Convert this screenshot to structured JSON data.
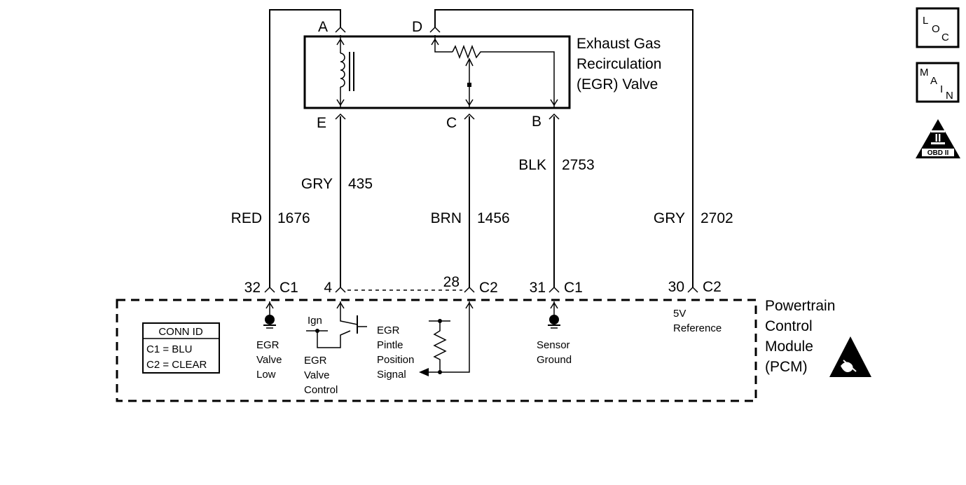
{
  "egr_valve": {
    "label_lines": [
      "Exhaust Gas",
      "Recirculation",
      "(EGR) Valve"
    ],
    "pins": {
      "a": "A",
      "d": "D",
      "e": "E",
      "c": "C",
      "b": "B"
    }
  },
  "wires": [
    {
      "color": "RED",
      "circuit": "1676"
    },
    {
      "color": "GRY",
      "circuit": "435"
    },
    {
      "color": "BRN",
      "circuit": "1456"
    },
    {
      "color": "BLK",
      "circuit": "2753"
    },
    {
      "color": "GRY",
      "circuit": "2702"
    }
  ],
  "pcm_pins": [
    {
      "pin": "32",
      "connector": "C1"
    },
    {
      "pin": "4",
      "connector": ""
    },
    {
      "pin": "28",
      "connector": "C2"
    },
    {
      "pin": "31",
      "connector": "C1"
    },
    {
      "pin": "30",
      "connector": "C2"
    }
  ],
  "pcm": {
    "label_lines": [
      "Powertrain",
      "Control",
      "Module",
      "(PCM)"
    ],
    "conn_id": {
      "title": "CONN ID",
      "c1": "C1 = BLU",
      "c2": "C2 = CLEAR"
    },
    "egr_valve_low": [
      "EGR",
      "Valve",
      "Low"
    ],
    "ign": "Ign",
    "egr_valve_control": [
      "EGR",
      "Valve",
      "Control"
    ],
    "egr_pintle": [
      "EGR",
      "Pintle",
      "Position",
      "Signal"
    ],
    "sensor_ground": [
      "Sensor",
      "Ground"
    ],
    "reference": [
      "5V",
      "Reference"
    ]
  },
  "badges": {
    "loc": [
      "L",
      "O",
      "C"
    ],
    "main": [
      "M",
      "A",
      "I",
      "N"
    ],
    "obd": {
      "numeral": "II",
      "text": "OBD II"
    }
  },
  "icons": [
    "ground-symbol-icon",
    "esd-warning-icon",
    "obd-ii-icon",
    "transistor-icon",
    "resistor-icon",
    "solenoid-coil-icon",
    "potentiometer-icon"
  ]
}
